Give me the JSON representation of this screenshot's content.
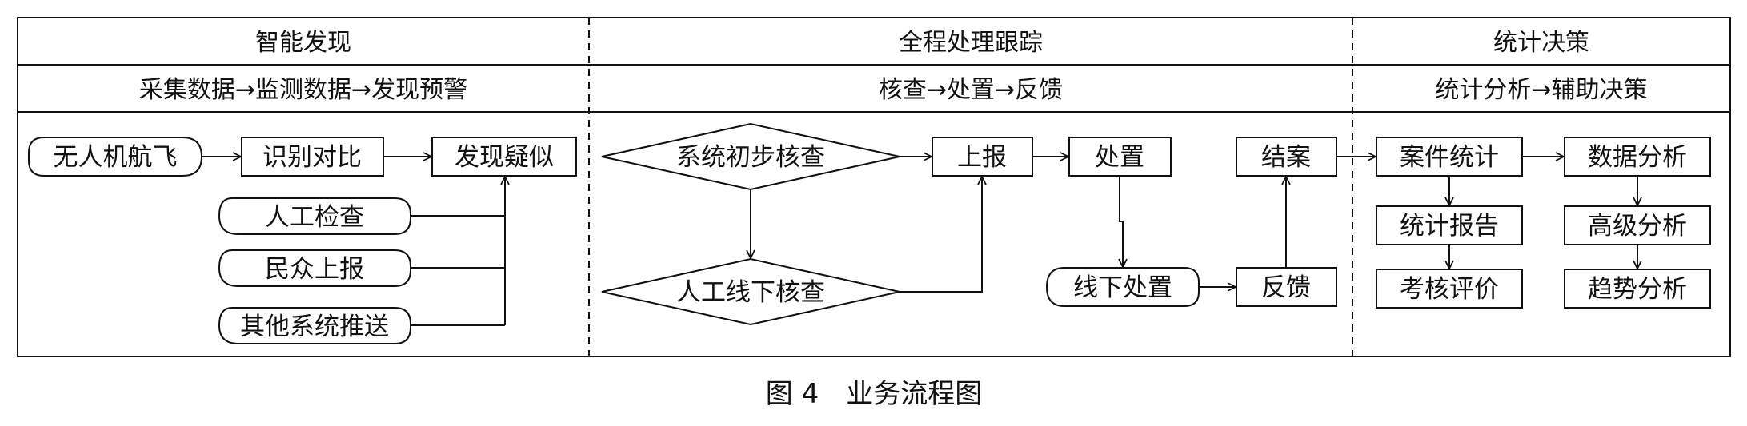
{
  "columns": [
    {
      "title": "智能发现",
      "subtitle": "采集数据→监测数据→发现预警"
    },
    {
      "title": "全程处理跟踪",
      "subtitle": "核查→处置→反馈"
    },
    {
      "title": "统计决策",
      "subtitle": "统计分析→辅助决策"
    }
  ],
  "nodes": {
    "uav_flight": "无人机航飞",
    "recognize_compare": "识别对比",
    "find_suspect": "发现疑似",
    "manual_check": "人工检查",
    "public_report": "民众上报",
    "other_push": "其他系统推送",
    "system_check": "系统初步核查",
    "offline_check": "人工线下核查",
    "report": "上报",
    "dispose": "处置",
    "close_case": "结案",
    "offline_dispose": "线下处置",
    "feedback": "反馈",
    "case_stats": "案件统计",
    "data_analysis": "数据分析",
    "stats_report": "统计报告",
    "advanced_analysis": "高级分析",
    "assessment": "考核评价",
    "trend_analysis": "趋势分析"
  },
  "caption": "图 4　业务流程图"
}
